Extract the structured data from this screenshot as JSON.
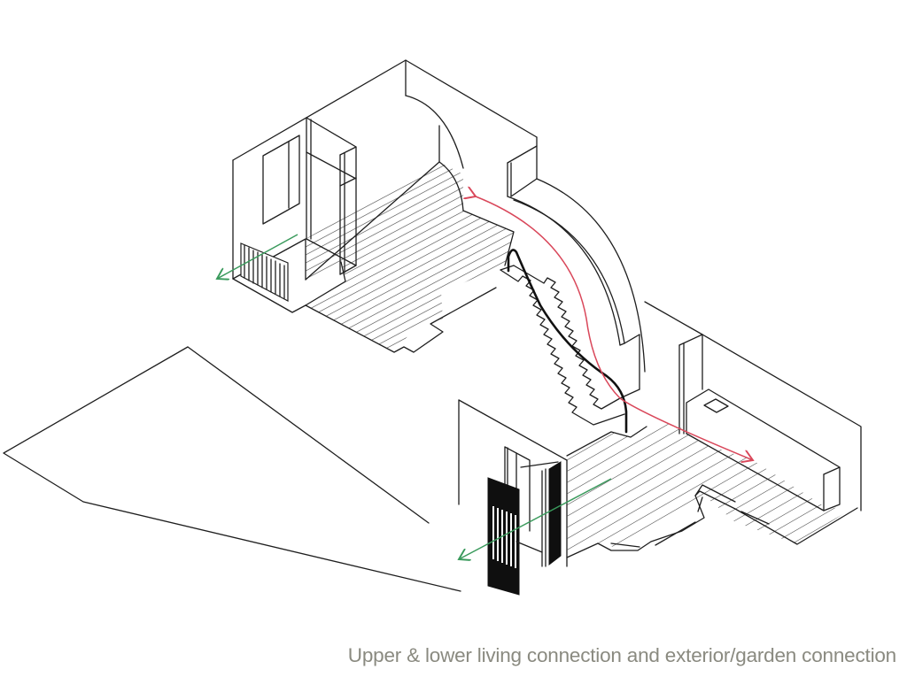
{
  "caption": "Upper & lower living connection and exterior/garden connection",
  "colors": {
    "background": "#ffffff",
    "linework": "#1e1e1e",
    "circulation_arrow": "#d9475a",
    "exterior_arrow": "#3a9a5c",
    "caption_text": "#8a8a80"
  },
  "drawing": {
    "type": "axonometric architectural diagram",
    "elements": [
      {
        "id": "upper-living",
        "label": "upper living level room with hatched floor, window, steel-framed doorway and radiator"
      },
      {
        "id": "curved-wall",
        "label": "curved partition wall alongside stair"
      },
      {
        "id": "staircase",
        "label": "straight stair with curved black handrail connecting upper and lower levels"
      },
      {
        "id": "lower-living",
        "label": "lower living level with hatched floor, bench/kitchen counter and bay glazing"
      },
      {
        "id": "garden-doors",
        "label": "black slatted folding doors to garden"
      },
      {
        "id": "garden-terrace",
        "label": "exterior garden terrace outline"
      }
    ],
    "arrows": [
      {
        "id": "upper-lower-connection",
        "color": "red",
        "meaning": "upper & lower living connection"
      },
      {
        "id": "upper-exterior-connection",
        "color": "green",
        "meaning": "exterior connection (upper)"
      },
      {
        "id": "lower-garden-connection",
        "color": "green",
        "meaning": "garden connection (lower)"
      }
    ]
  }
}
